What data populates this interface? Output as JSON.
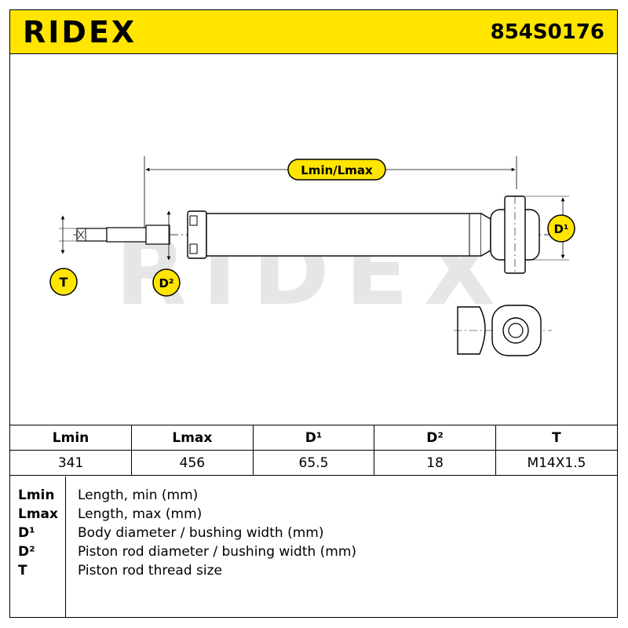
{
  "header": {
    "brand": "RIDEX",
    "part_number": "854S0176"
  },
  "colors": {
    "accent_yellow": "#FFE500",
    "line": "#000000",
    "watermark": "#E6E6E6"
  },
  "drawing": {
    "watermark": "RIDEX",
    "labels": {
      "length": "Lmin/Lmax",
      "d1": "D¹",
      "d2": "D²",
      "t": "T"
    }
  },
  "specs": {
    "headers": [
      "Lmin",
      "Lmax",
      "D¹",
      "D²",
      "T"
    ],
    "values": [
      "341",
      "456",
      "65.5",
      "18",
      "M14X1.5"
    ]
  },
  "legend": [
    {
      "key": "Lmin",
      "desc": "Length, min (mm)"
    },
    {
      "key": "Lmax",
      "desc": "Length, max (mm)"
    },
    {
      "key": "D¹",
      "desc": "Body diameter / bushing width (mm)"
    },
    {
      "key": "D²",
      "desc": "Piston rod diameter / bushing width (mm)"
    },
    {
      "key": "T",
      "desc": "Piston rod thread size"
    }
  ]
}
